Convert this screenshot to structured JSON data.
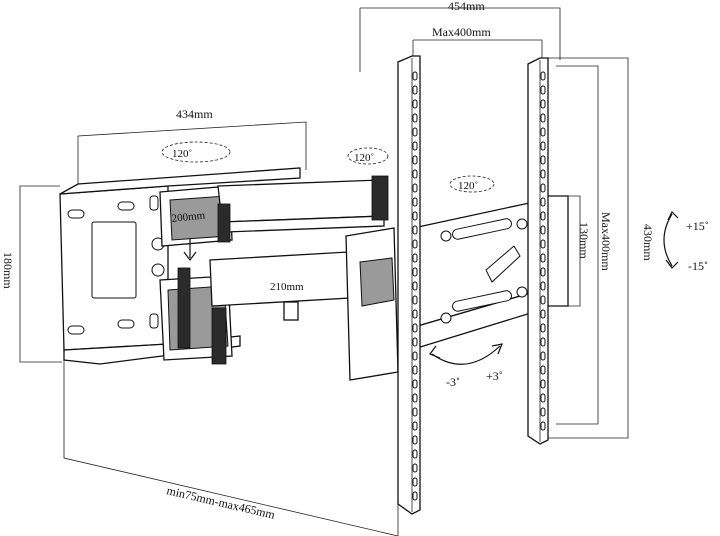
{
  "dimensions": {
    "top_width": "454mm",
    "max_vesa_width": "Max400mm",
    "wall_plate_width": "434mm",
    "wall_plate_height": "180mm",
    "arm_1": "200mm",
    "arm_2": "210mm",
    "extension": "min75mm-max465mm",
    "bracket_height": "130mm",
    "max_vesa_height": "Max400mm",
    "total_height": "430mm"
  },
  "angles": {
    "swivel_wall": "120˚",
    "swivel_mid": "120˚",
    "swivel_plate": "120˚",
    "tilt_up": "+15˚",
    "tilt_down": "-15˚",
    "rotate_neg": "-3˚",
    "rotate_pos": "+3˚"
  }
}
